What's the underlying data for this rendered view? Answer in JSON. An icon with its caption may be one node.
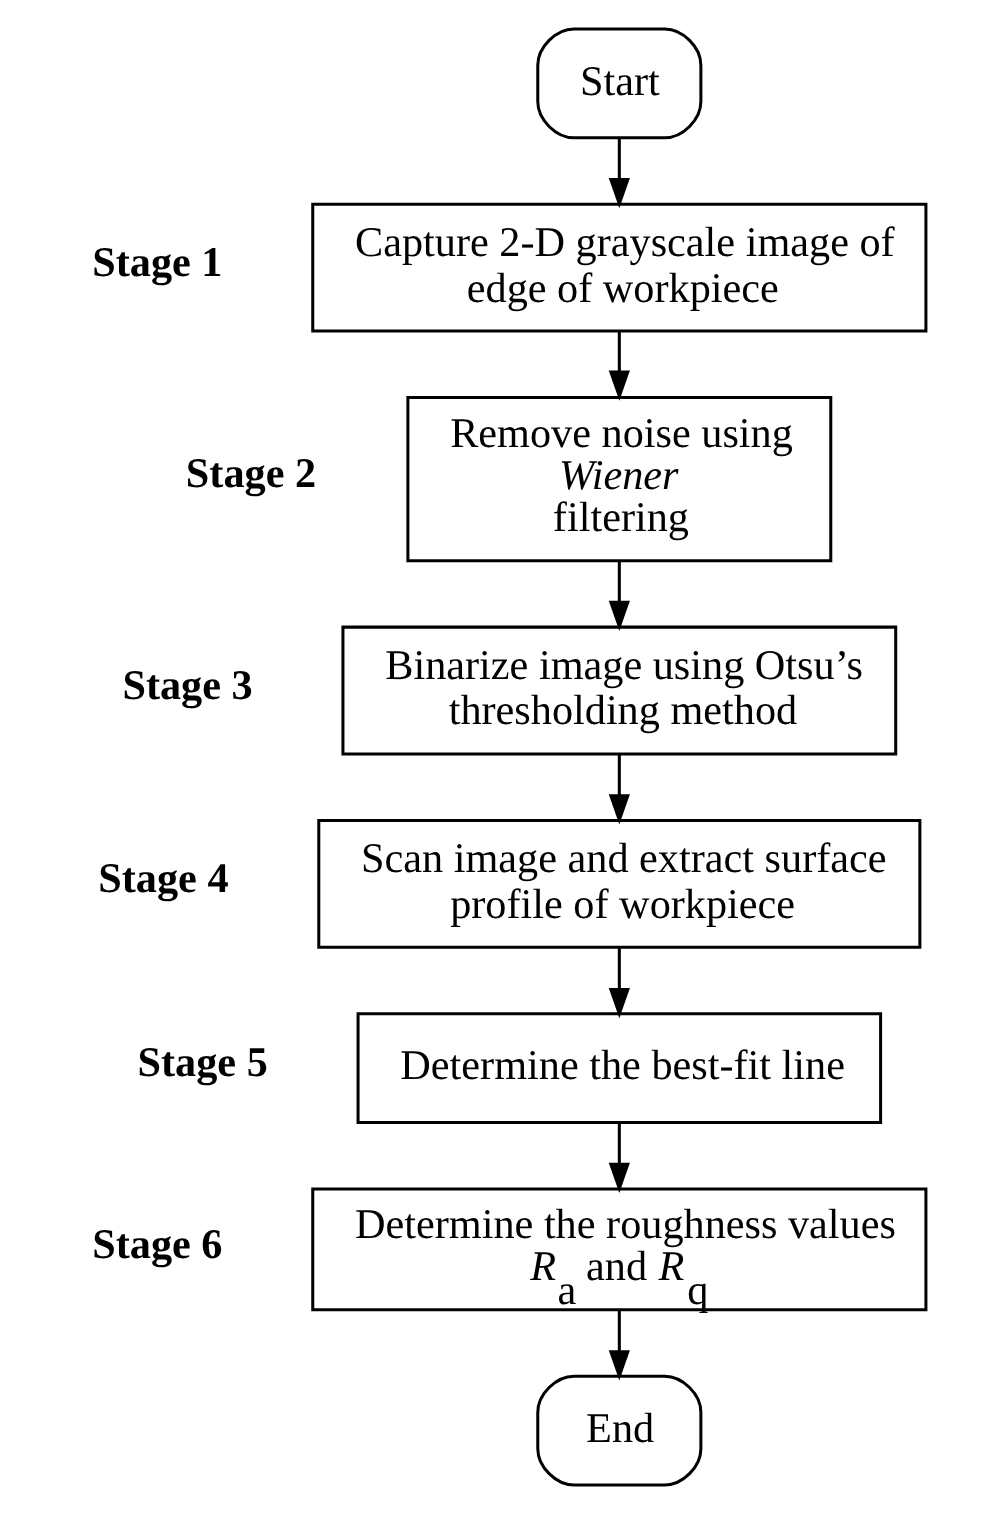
{
  "diagram": {
    "nodes": [
      {
        "text": [
          "Start"
        ]
      },
      {
        "text": [
          "Capture 2-D grayscale image of edge of workpiece"
        ],
        "beside": [
          "Stage 1"
        ]
      },
      {
        "text": [
          "Remove noise using *Wiener* filtering"
        ],
        "beside": [
          "Stage 2"
        ]
      },
      {
        "text": [
          "Binarize image using Otsu’s thresholding method"
        ],
        "beside": [
          "Stage 3"
        ]
      },
      {
        "text": [
          "Scan image and extract surface profile of workpiece"
        ],
        "beside": [
          "Stage 4"
        ]
      },
      {
        "text": [
          "Determine the best-fit line"
        ],
        "beside": [
          "Stage 5"
        ]
      },
      {
        "text": [
          "Determine the roughness values *R*$_{a}$ and *R*$_{q}$"
        ],
        "beside": [
          "Stage 6"
        ]
      },
      {
        "text": [
          "End"
        ]
      }
    ],
    "edges": [
      {
        "from": 0,
        "to": 1,
        "arrow": "to"
      },
      {
        "from": 1,
        "to": 2,
        "arrow": "to"
      },
      {
        "from": 2,
        "to": 3,
        "arrow": "to"
      },
      {
        "from": 3,
        "to": 4,
        "arrow": "to"
      },
      {
        "from": 4,
        "to": 5,
        "arrow": "to"
      },
      {
        "from": 5,
        "to": 6,
        "arrow": "to"
      },
      {
        "from": 6,
        "to": 7,
        "arrow": "to"
      }
    ]
  }
}
